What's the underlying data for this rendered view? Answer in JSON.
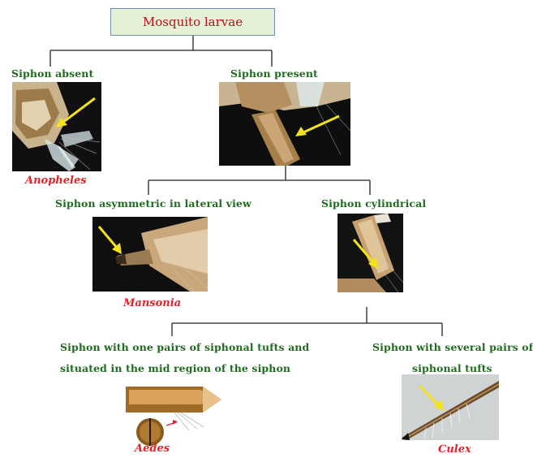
{
  "root": {
    "label": "Mosquito larvae"
  },
  "branches": {
    "siphon_absent": {
      "label": "Siphon absent",
      "genus": "Anopheles"
    },
    "siphon_present": {
      "label": "Siphon present"
    },
    "asymmetric": {
      "label": "Siphon asymmetric in lateral view",
      "genus": "Mansonia"
    },
    "cylindrical": {
      "label": "Siphon cylindrical"
    },
    "one_pair": {
      "label_line1": "Siphon with one pairs of siphonal tufts and",
      "label_line2": "situated in the mid region of the siphon",
      "genus": "Aedes"
    },
    "several_pairs": {
      "label_line1": "Siphon with several pairs of",
      "label_line2": "siphonal tufts",
      "genus": "Culex"
    }
  },
  "colors": {
    "node_text": "#206b1f",
    "genus_text": "#e0242b",
    "root_text": "#b5121b",
    "root_fill": "#e4f1d6",
    "arrow": "#f2e31a",
    "connector": "#222222"
  },
  "icons": {
    "arrow": "yellow-arrow-icon",
    "photo": "larva-photo"
  }
}
